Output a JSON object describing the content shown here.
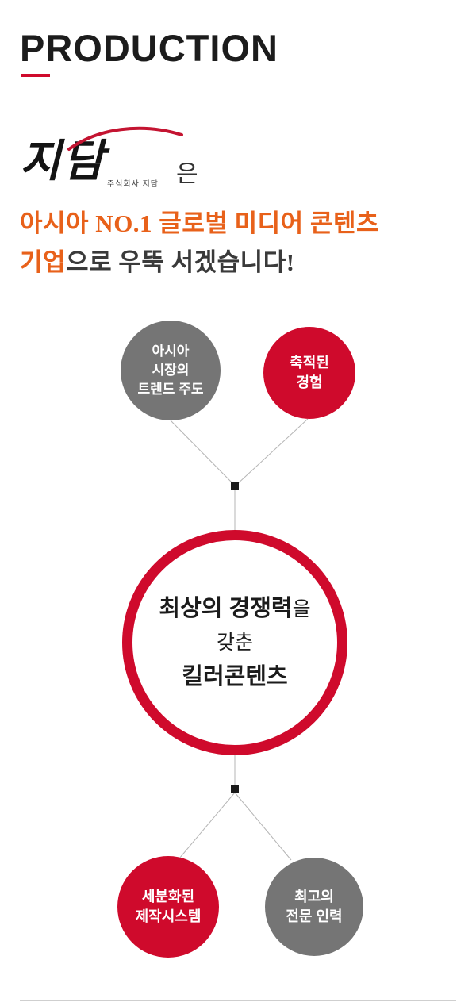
{
  "colors": {
    "red": "#cf0a2c",
    "gray": "#757575",
    "orange": "#e8611a",
    "line": "#b5b5b5"
  },
  "header": {
    "title": "PRODUCTION"
  },
  "intro": {
    "brand": "지담",
    "brand_caption": "주식회사 지담",
    "brand_suffix": "은",
    "headline_line1": "아시아 NO.1 글로벌 미디어 콘텐츠",
    "headline_line2_accent": "기업",
    "headline_line2_rest": "으로 우뚝 서겠습니다!"
  },
  "diagram": {
    "top_left_circle": "아시아\n시장의\n트렌드 주도",
    "top_right_circle": "축적된\n경험",
    "center_circle": {
      "line1_bold": "최상의 경쟁력",
      "line1_rest": "을",
      "line2": "갖춘",
      "line3_bold": "킬러콘텐츠"
    },
    "bottom_left_circle": "세분화된\n제작시스템",
    "bottom_right_circle": "최고의\n전문 인력"
  }
}
